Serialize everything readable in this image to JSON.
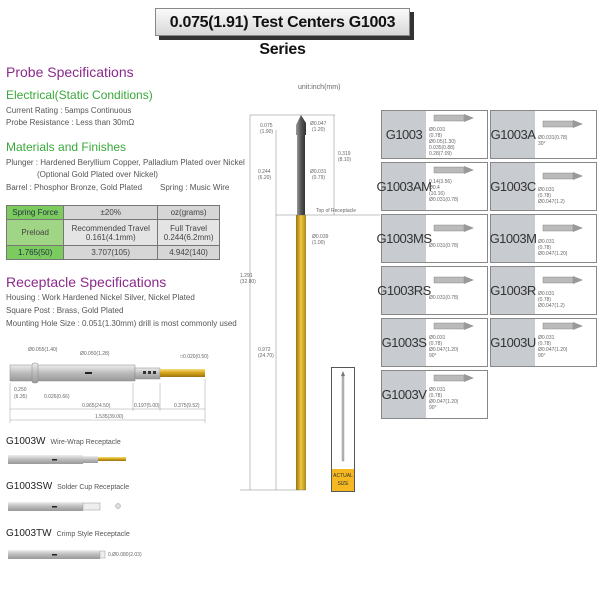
{
  "title": "0.075(1.91) Test Centers G1003 Series",
  "probe_specs": {
    "heading": "Probe Specifications",
    "electrical_heading": "Electrical(Static Conditions)",
    "current_rating": "Current Rating : 5amps Continuous",
    "resistance": "Probe Resistance : Less than 30mΩ",
    "materials_heading": "Materials and Finishes",
    "plunger": "Plunger : Hardened Beryllium Copper, Palladium Plated over Nickel",
    "plunger_opt": "(Optional Gold Plated over Nickel)",
    "barrel": "Barrel : Phosphor Bronze, Gold Plated",
    "spring": "Spring : Music Wire"
  },
  "spring_table": {
    "header": [
      "Spring Force",
      "±20%",
      "oz(grams)"
    ],
    "row1": [
      "Preload",
      "Recommended Travel",
      "0.161(4.1mm)",
      "Full Travel",
      "0.244(6.2mm)"
    ],
    "row2": [
      "1.765(50)",
      "3.707(105)",
      "4.942(140)"
    ]
  },
  "receptacle": {
    "heading": "Receptacle Specifications",
    "housing": "Housing : Work Hardened Nickel Silver, Nickel Plated",
    "post": "Square Post : Brass, Gold Plated",
    "hole": "Mounting Hole Size : 0.051(1.30mm) drill is most commonly used",
    "dims": [
      "Ø0.055(1.40)",
      "Ø0.050(1.28)",
      "□0.020(0.50)",
      "0.250",
      "(6.35)",
      "0.026(0.66)",
      "0.965(24.50)",
      "0.197(5.00)",
      "0.375(9.52)",
      "1.535(39.00)"
    ]
  },
  "variants": [
    {
      "code": "G1003W",
      "desc": "Wire-Wrap Receptacle"
    },
    {
      "code": "G1003SW",
      "desc": "Solder Cup Receptacle"
    },
    {
      "code": "G1003TW",
      "desc": "Crimp Style Receptacle",
      "dim": "0.Ø0.080(2.03)"
    }
  ],
  "probe_drawing": {
    "unit": "unit:inch(mm)",
    "dims": [
      "0.075",
      "(1.90)",
      "Ø0.047",
      "(1.20)",
      "0.319",
      "(8.10)",
      "0.244",
      "(6.20)",
      "Ø0.031",
      "(0.79)",
      "Top of Receptacle",
      "Ø0.039",
      "(1.00)",
      "1.291",
      "(32.80)",
      "0.972",
      "(24.70)"
    ],
    "actual_size": [
      "ACTUAL",
      "SIZE"
    ]
  },
  "tips": [
    {
      "code": "G1003",
      "dims": [
        "Ø0.031",
        "(0.78)",
        "Ø0.05(1.30)",
        "0.035(0.88)",
        "0.28(7.09)"
      ]
    },
    {
      "code": "G1003A",
      "dims": [
        "Ø0.031(0.78)",
        "30°"
      ]
    },
    {
      "code": "G1003AM",
      "dims": [
        "0.14(3.56)",
        "Ø0.4",
        "(10.16)",
        "Ø0.031(0.78)"
      ]
    },
    {
      "code": "G1003C",
      "dims": [
        "Ø0.031",
        "(0.78)",
        "Ø0.047(1.2)"
      ]
    },
    {
      "code": "G1003MS",
      "dims": [
        "Ø0.031(0.78)"
      ]
    },
    {
      "code": "G1003M",
      "dims": [
        "Ø0.031",
        "(0.78)",
        "Ø0.047(1.20)"
      ]
    },
    {
      "code": "G1003RS",
      "dims": [
        "Ø0.031(0.78)"
      ]
    },
    {
      "code": "G1003R",
      "dims": [
        "Ø0.031",
        "(0.78)",
        "Ø0.047(1.2)"
      ]
    },
    {
      "code": "G1003S",
      "dims": [
        "Ø0.031",
        "(0.78)",
        "Ø0.047(1.20)",
        "90°"
      ]
    },
    {
      "code": "G1003U",
      "dims": [
        "Ø0.031",
        "(0.78)",
        "Ø0.047(1.20)",
        "90°"
      ]
    },
    {
      "code": "G1003V",
      "dims": [
        "Ø0.031",
        "(0.78)",
        "Ø0.047(1.20)",
        "90°"
      ]
    }
  ],
  "colors": {
    "heading": "#8a2a8a",
    "subheading": "#3aa83a",
    "table_green": "#7ccb5e",
    "gold": "#d4a017",
    "card_label": "#c8ccd0"
  }
}
